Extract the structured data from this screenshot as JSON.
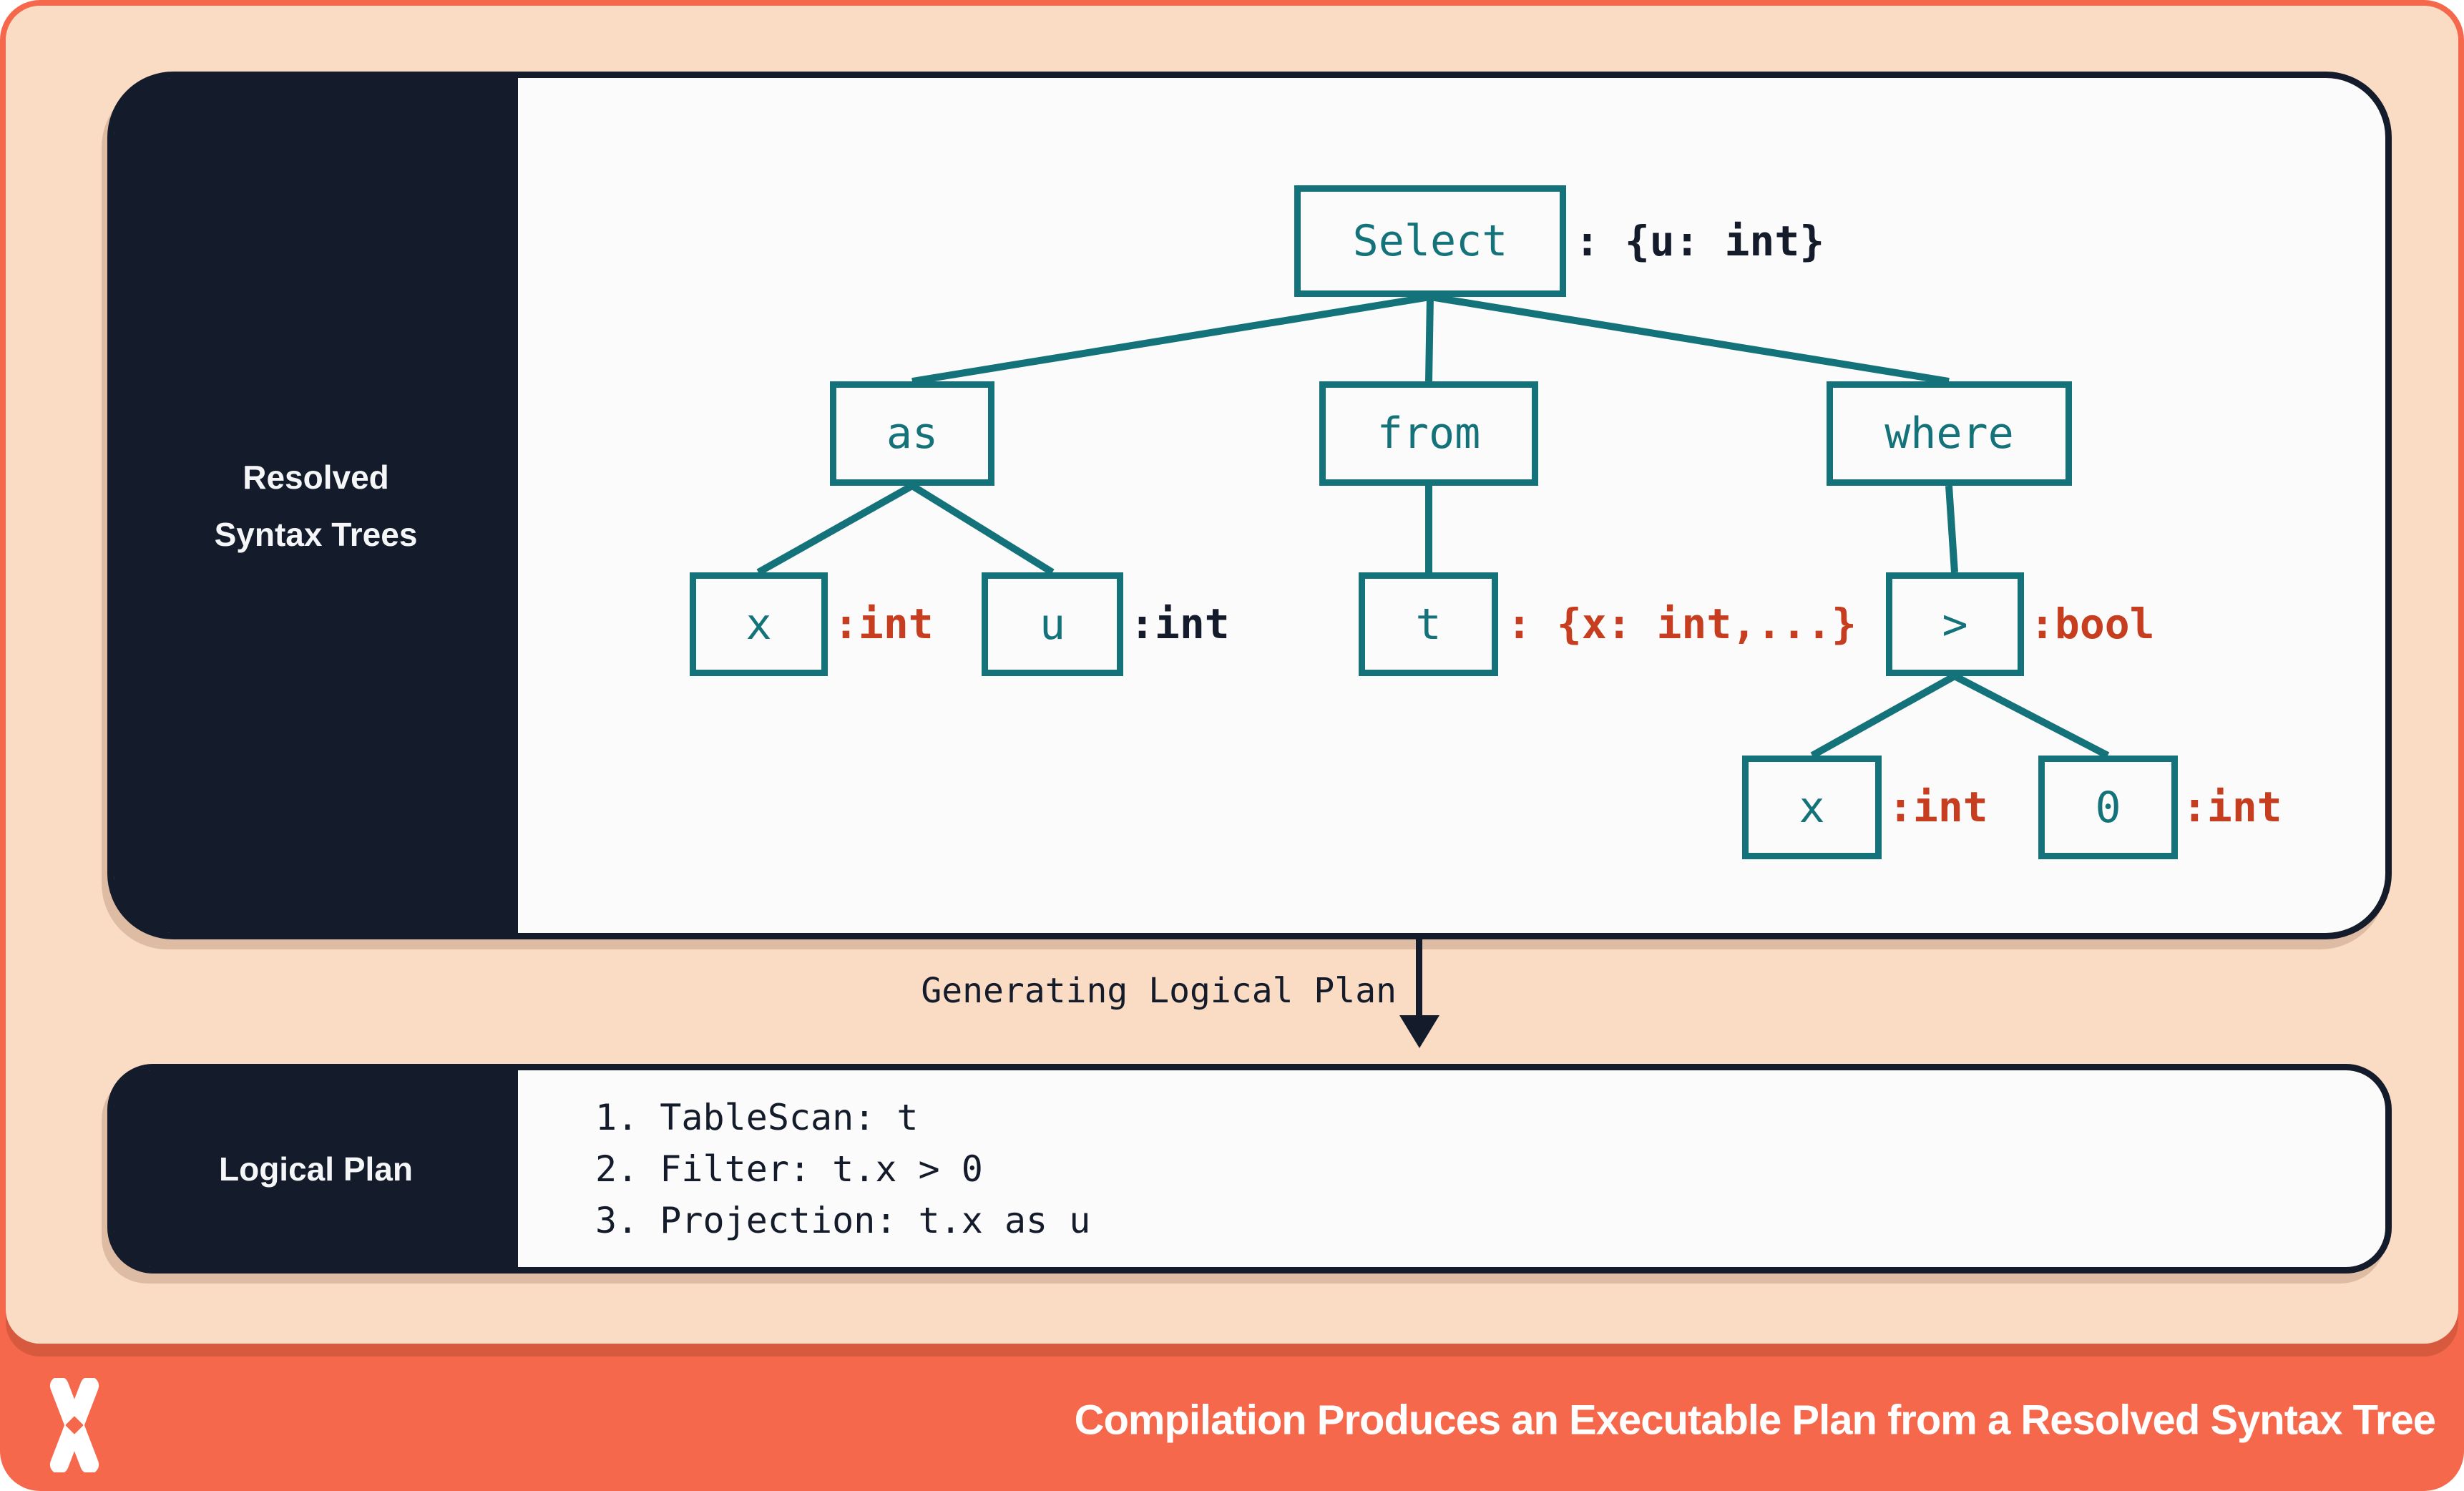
{
  "colors": {
    "coral": "#f5684c",
    "peach": "#f9dcc3",
    "navy": "#141b2b",
    "teal": "#14737a",
    "annotation_red": "#c63d1f",
    "panel_background": "#fbfbfb",
    "white": "#ffffff"
  },
  "resolved_panel": {
    "title_line1": "Resolved",
    "title_line2": "Syntax Trees"
  },
  "tree": {
    "select": {
      "label": "Select",
      "type_annotation": ": {u: int}"
    },
    "as_node": {
      "label": "as"
    },
    "from_node": {
      "label": "from"
    },
    "where_node": {
      "label": "where"
    },
    "x_alias": {
      "label": "x",
      "type_annotation": ":int"
    },
    "u_alias": {
      "label": "u",
      "type_annotation": ":int"
    },
    "t_table": {
      "label": "t",
      "type_annotation": ": {x: int,...}"
    },
    "gt_op": {
      "label": ">",
      "type_annotation": ":bool"
    },
    "x_operand": {
      "label": "x",
      "type_annotation": ":int"
    },
    "zero_operand": {
      "label": "0",
      "type_annotation": ":int"
    }
  },
  "transition": {
    "label": "Generating Logical Plan"
  },
  "logical_panel": {
    "title": "Logical Plan",
    "steps": [
      "1. TableScan: t",
      "2. Filter: t.x > 0",
      "3. Projection: t.x as u"
    ]
  },
  "footer": {
    "title": "Compilation Produces an Executable Plan from a Resolved Syntax Tree"
  }
}
